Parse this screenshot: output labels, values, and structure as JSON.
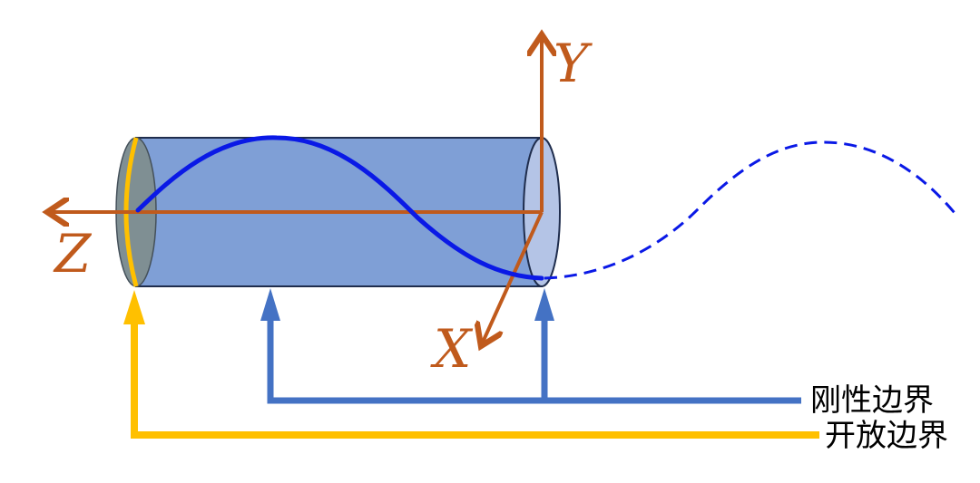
{
  "axes": {
    "x_label": "X",
    "y_label": "Y",
    "z_label": "Z"
  },
  "legend": {
    "rigid_boundary_label": "刚性边界",
    "open_boundary_label": "开放边界"
  },
  "colors": {
    "axis": "#c05a1c",
    "tube_body": "#7f9fd6",
    "tube_outline": "#1f2d4d",
    "rigid_boundary": "#4472c4",
    "open_boundary": "#ffc000",
    "wave": "#0a19e6",
    "left_cap": "#7f8f93",
    "right_cap": "#b4c4e6"
  }
}
